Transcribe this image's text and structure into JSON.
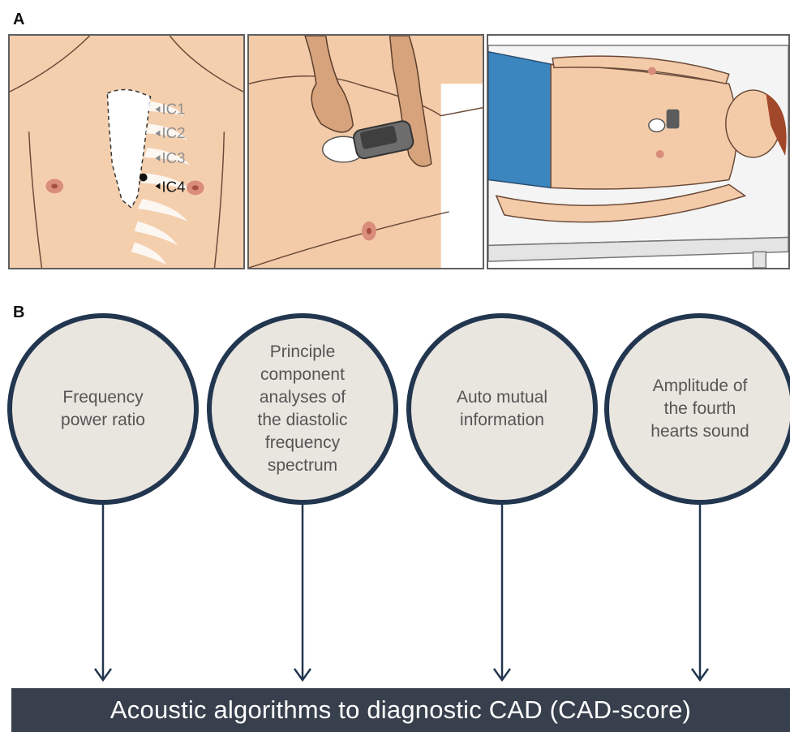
{
  "panel_a": {
    "label": "A",
    "intercostal_labels": [
      "IC1",
      "IC2",
      "IC3",
      "IC4"
    ]
  },
  "panel_b": {
    "label": "B",
    "algorithms": [
      {
        "text": "Frequency\npower ratio"
      },
      {
        "text": "Principle\ncomponent\nanalyses of\nthe diastolic\nfrequency\nspectrum"
      },
      {
        "text": "Auto mutual\ninformation"
      },
      {
        "text": "Amplitude of\nthe fourth\nhearts sound"
      }
    ],
    "result": "Acoustic algorithms to diagnostic CAD (CAD-score)"
  },
  "colors": {
    "circle_border": "#22364f",
    "circle_fill": "#e9e5df",
    "banner": "#38404d",
    "skin": "#f3cba8",
    "jeans": "#3c86c0"
  }
}
